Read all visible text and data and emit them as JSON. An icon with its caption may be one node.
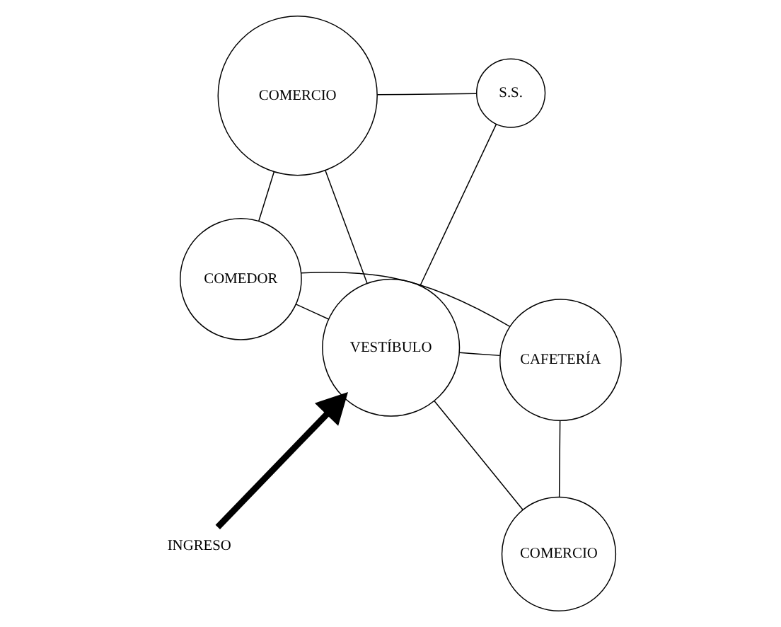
{
  "diagram": {
    "nodes": [
      {
        "text": [
          "COMEDOR"
        ]
      },
      {
        "text": [
          "CAFETERÍA"
        ]
      },
      {
        "text": [
          "COMERCIO"
        ]
      },
      {
        "text": [
          "COMERCIO"
        ]
      },
      {
        "text": [
          "VESTÍBULO"
        ]
      },
      {
        "text": [
          "S.S."
        ]
      },
      {
        "text": [
          "INGRESO"
        ]
      }
    ],
    "edges": [
      {
        "from": 0,
        "to": 1,
        "arrow": "none"
      },
      {
        "from": 0,
        "to": 3,
        "arrow": "none"
      },
      {
        "from": 0,
        "to": 4,
        "arrow": "none"
      },
      {
        "from": 1,
        "to": 4,
        "arrow": "none"
      },
      {
        "from": 1,
        "to": 2,
        "arrow": "none"
      },
      {
        "from": 3,
        "to": 4,
        "arrow": "none"
      },
      {
        "from": 4,
        "to": 2,
        "arrow": "none"
      },
      {
        "from": 4,
        "to": 5,
        "arrow": "none"
      },
      {
        "from": 3,
        "to": 5,
        "arrow": "none"
      },
      {
        "from": 6,
        "to": 4,
        "arrow": "to",
        "style": "thick"
      }
    ]
  }
}
